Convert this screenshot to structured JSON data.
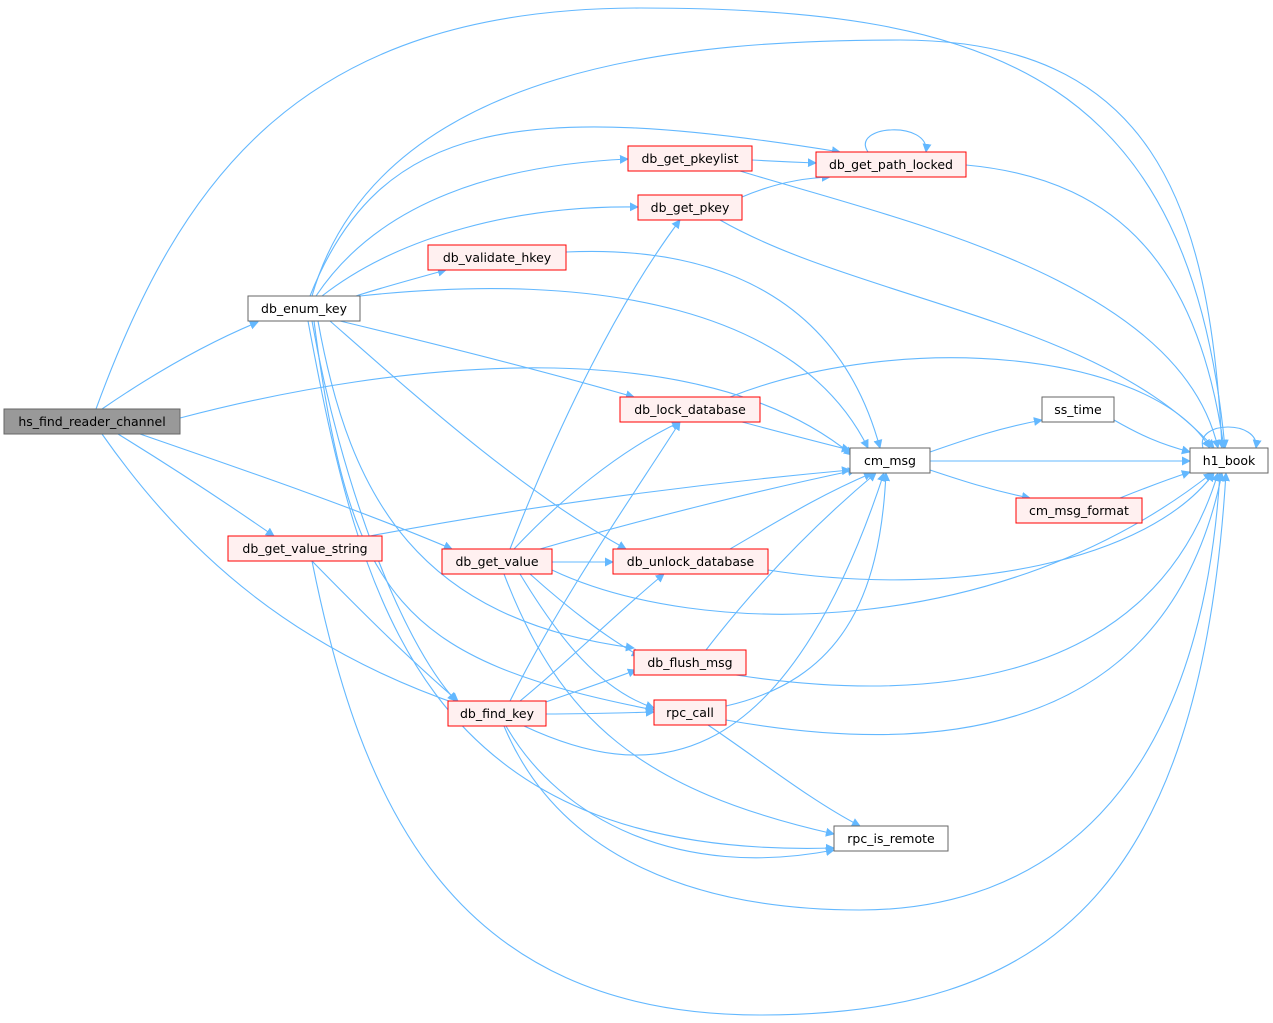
{
  "graph": {
    "edge_color": "#63b8ff",
    "nodes": [
      {
        "id": "hs_find_reader_channel",
        "label": "hs_find_reader_channel",
        "style": "root",
        "border": "#666666",
        "fill": "#999999"
      },
      {
        "id": "db_enum_key",
        "label": "db_enum_key",
        "style": "plain",
        "border": "#666666",
        "fill": "#ffffff"
      },
      {
        "id": "db_get_value_string",
        "label": "db_get_value_string",
        "style": "red",
        "border": "#ff0000",
        "fill": "#fff0f0"
      },
      {
        "id": "db_get_value",
        "label": "db_get_value",
        "style": "red",
        "border": "#ff0000",
        "fill": "#fff0f0"
      },
      {
        "id": "db_find_key",
        "label": "db_find_key",
        "style": "red",
        "border": "#ff0000",
        "fill": "#fff0f0"
      },
      {
        "id": "db_validate_hkey",
        "label": "db_validate_hkey",
        "style": "red",
        "border": "#ff0000",
        "fill": "#fff0f0"
      },
      {
        "id": "db_get_pkeylist",
        "label": "db_get_pkeylist",
        "style": "red",
        "border": "#ff0000",
        "fill": "#fff0f0"
      },
      {
        "id": "db_get_pkey",
        "label": "db_get_pkey",
        "style": "red",
        "border": "#ff0000",
        "fill": "#fff0f0"
      },
      {
        "id": "db_get_path_locked",
        "label": "db_get_path_locked",
        "style": "red",
        "border": "#ff0000",
        "fill": "#fff0f0"
      },
      {
        "id": "db_lock_database",
        "label": "db_lock_database",
        "style": "red",
        "border": "#ff0000",
        "fill": "#fff0f0"
      },
      {
        "id": "db_unlock_database",
        "label": "db_unlock_database",
        "style": "red",
        "border": "#ff0000",
        "fill": "#fff0f0"
      },
      {
        "id": "db_flush_msg",
        "label": "db_flush_msg",
        "style": "red",
        "border": "#ff0000",
        "fill": "#fff0f0"
      },
      {
        "id": "rpc_call",
        "label": "rpc_call",
        "style": "red",
        "border": "#ff0000",
        "fill": "#fff0f0"
      },
      {
        "id": "rpc_is_remote",
        "label": "rpc_is_remote",
        "style": "plain",
        "border": "#666666",
        "fill": "#ffffff"
      },
      {
        "id": "cm_msg",
        "label": "cm_msg",
        "style": "plain",
        "border": "#666666",
        "fill": "#ffffff"
      },
      {
        "id": "ss_time",
        "label": "ss_time",
        "style": "plain",
        "border": "#666666",
        "fill": "#ffffff"
      },
      {
        "id": "cm_msg_format",
        "label": "cm_msg_format",
        "style": "red",
        "border": "#ff0000",
        "fill": "#fff0f0"
      },
      {
        "id": "h1_book",
        "label": "h1_book",
        "style": "plain",
        "border": "#666666",
        "fill": "#ffffff"
      }
    ],
    "edges": [
      {
        "from": "hs_find_reader_channel",
        "to": "db_enum_key"
      },
      {
        "from": "hs_find_reader_channel",
        "to": "db_get_value_string"
      },
      {
        "from": "hs_find_reader_channel",
        "to": "db_get_value"
      },
      {
        "from": "hs_find_reader_channel",
        "to": "db_find_key"
      },
      {
        "from": "hs_find_reader_channel",
        "to": "cm_msg"
      },
      {
        "from": "hs_find_reader_channel",
        "to": "h1_book"
      },
      {
        "from": "db_enum_key",
        "to": "db_get_path_locked"
      },
      {
        "from": "db_enum_key",
        "to": "db_get_pkeylist"
      },
      {
        "from": "db_enum_key",
        "to": "db_get_pkey"
      },
      {
        "from": "db_enum_key",
        "to": "db_validate_hkey"
      },
      {
        "from": "db_enum_key",
        "to": "db_lock_database"
      },
      {
        "from": "db_enum_key",
        "to": "db_unlock_database"
      },
      {
        "from": "db_enum_key",
        "to": "db_flush_msg"
      },
      {
        "from": "db_enum_key",
        "to": "rpc_call"
      },
      {
        "from": "db_enum_key",
        "to": "db_find_key"
      },
      {
        "from": "db_enum_key",
        "to": "rpc_is_remote"
      },
      {
        "from": "db_enum_key",
        "to": "cm_msg"
      },
      {
        "from": "db_enum_key",
        "to": "h1_book"
      },
      {
        "from": "db_get_value_string",
        "to": "db_find_key"
      },
      {
        "from": "db_get_value_string",
        "to": "cm_msg"
      },
      {
        "from": "db_get_value_string",
        "to": "h1_book"
      },
      {
        "from": "db_get_value",
        "to": "db_get_pkey"
      },
      {
        "from": "db_get_value",
        "to": "db_lock_database"
      },
      {
        "from": "db_get_value",
        "to": "db_unlock_database"
      },
      {
        "from": "db_get_value",
        "to": "db_flush_msg"
      },
      {
        "from": "db_get_value",
        "to": "rpc_call"
      },
      {
        "from": "db_get_value",
        "to": "rpc_is_remote"
      },
      {
        "from": "db_get_value",
        "to": "cm_msg"
      },
      {
        "from": "db_get_value",
        "to": "h1_book"
      },
      {
        "from": "db_find_key",
        "to": "db_lock_database"
      },
      {
        "from": "db_find_key",
        "to": "db_unlock_database"
      },
      {
        "from": "db_find_key",
        "to": "db_flush_msg"
      },
      {
        "from": "db_find_key",
        "to": "rpc_call"
      },
      {
        "from": "db_find_key",
        "to": "rpc_is_remote"
      },
      {
        "from": "db_find_key",
        "to": "cm_msg"
      },
      {
        "from": "db_find_key",
        "to": "h1_book"
      },
      {
        "from": "db_validate_hkey",
        "to": "cm_msg"
      },
      {
        "from": "db_get_pkeylist",
        "to": "db_get_path_locked"
      },
      {
        "from": "db_get_pkeylist",
        "to": "h1_book"
      },
      {
        "from": "db_get_pkey",
        "to": "db_get_path_locked"
      },
      {
        "from": "db_get_pkey",
        "to": "h1_book"
      },
      {
        "from": "db_get_path_locked",
        "to": "db_get_path_locked"
      },
      {
        "from": "db_get_path_locked",
        "to": "h1_book"
      },
      {
        "from": "db_lock_database",
        "to": "cm_msg"
      },
      {
        "from": "db_lock_database",
        "to": "h1_book"
      },
      {
        "from": "db_unlock_database",
        "to": "cm_msg"
      },
      {
        "from": "db_unlock_database",
        "to": "h1_book"
      },
      {
        "from": "db_flush_msg",
        "to": "cm_msg"
      },
      {
        "from": "db_flush_msg",
        "to": "h1_book"
      },
      {
        "from": "rpc_call",
        "to": "cm_msg"
      },
      {
        "from": "rpc_call",
        "to": "rpc_is_remote"
      },
      {
        "from": "rpc_call",
        "to": "h1_book"
      },
      {
        "from": "cm_msg",
        "to": "ss_time"
      },
      {
        "from": "cm_msg",
        "to": "cm_msg_format"
      },
      {
        "from": "cm_msg",
        "to": "h1_book"
      },
      {
        "from": "ss_time",
        "to": "h1_book"
      },
      {
        "from": "cm_msg_format",
        "to": "h1_book"
      },
      {
        "from": "h1_book",
        "to": "h1_book"
      }
    ]
  }
}
